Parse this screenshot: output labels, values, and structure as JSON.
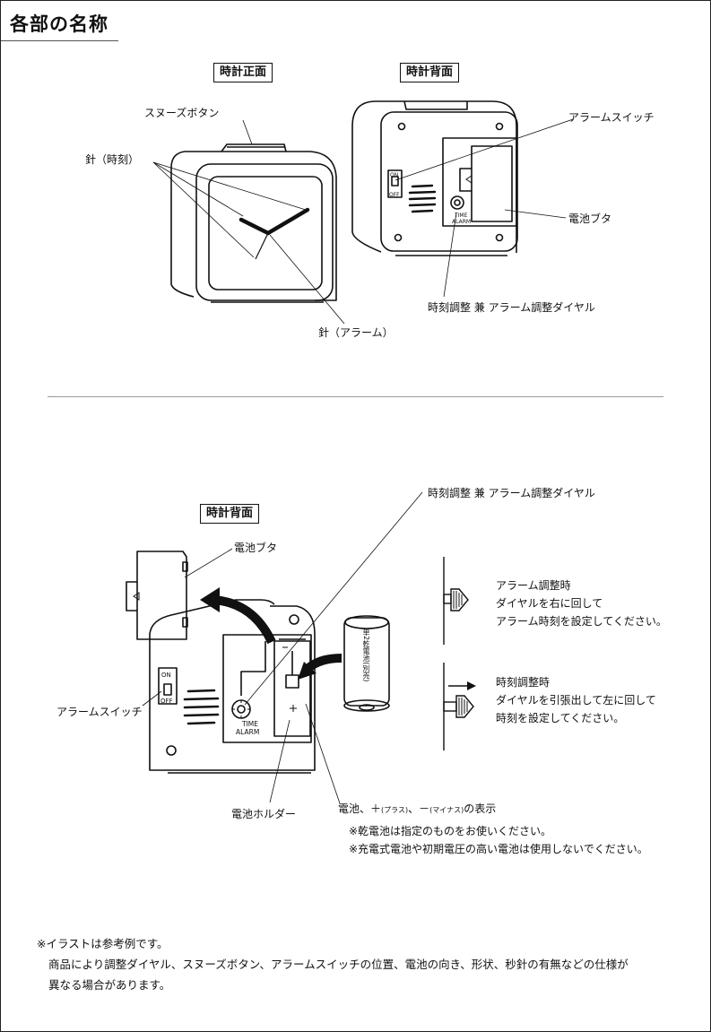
{
  "title": "各部の名称",
  "top": {
    "front_label": "時計正面",
    "back_label": "時計背面",
    "snooze": "スヌーズボタン",
    "hands_time": "針（時刻）",
    "hand_alarm": "針（アラーム）",
    "alarm_switch": "アラームスイッチ",
    "battery_cover": "電池ブタ",
    "dial": "時刻調整 兼 アラーム調整ダイヤル",
    "switch_on": "ON",
    "switch_off": "OFF",
    "time": "TIME",
    "alarm": "ALARM"
  },
  "bottom": {
    "back_label": "時計背面",
    "dial": "時刻調整 兼 アラーム調整ダイヤル",
    "battery_cover": "電池ブタ",
    "alarm_switch": "アラームスイッチ",
    "battery_holder": "電池ホルダー",
    "battery_text": "単2乾電池(別売)",
    "switch_on": "ON",
    "switch_off": "OFF",
    "time": "TIME",
    "alarm": "ALARM",
    "polarity": {
      "lead": "電池、＋",
      "plus_reading": "(プラス)",
      "mid": "、－",
      "minus_reading": "(マイナス)",
      "tail": "の表示"
    },
    "polarity_notes": [
      "※乾電池は指定のものをお使いください。",
      "※充電式電池や初期電圧の高い電池は使用しないでください。"
    ],
    "alarm_setting": {
      "title": "アラーム調整時",
      "lines": [
        "ダイヤルを右に回して",
        "アラーム時刻を設定してください。"
      ]
    },
    "time_setting": {
      "title": "時刻調整時",
      "lines": [
        "ダイヤルを引張出して左に回して",
        "時刻を設定してください。"
      ]
    }
  },
  "footnote": {
    "line1": "※イラストは参考例です。",
    "line2": "商品により調整ダイヤル、スヌーズボタン、アラームスイッチの位置、電池の向き、形状、秒針の有無などの仕様が",
    "line3": "異なる場合があります。"
  }
}
